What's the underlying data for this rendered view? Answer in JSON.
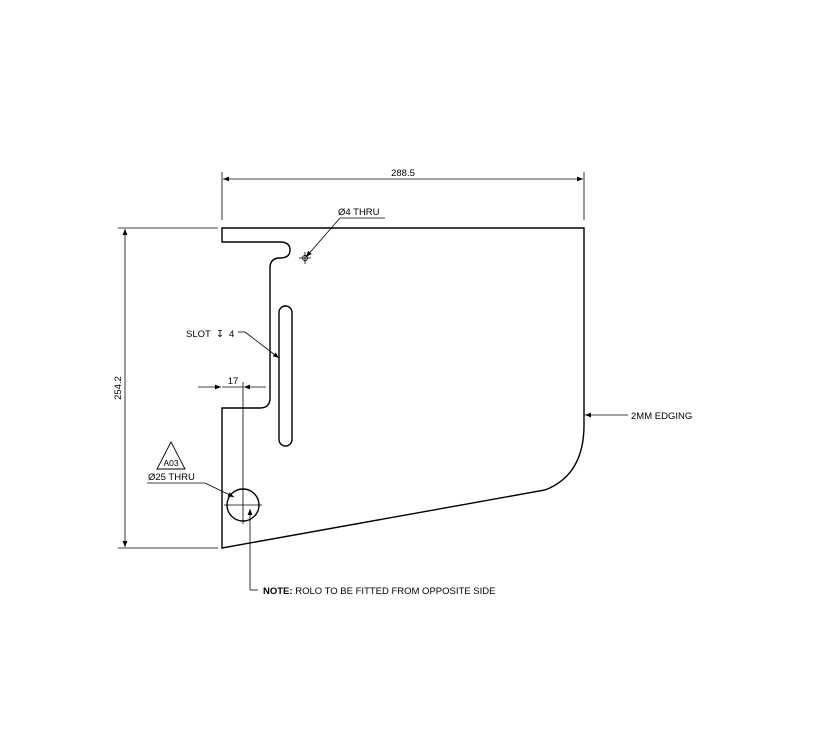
{
  "dimensions": {
    "width": "288.5",
    "height": "254.2",
    "offset": "17"
  },
  "callouts": {
    "small_hole": "Ø4 THRU",
    "slot_label": "SLOT",
    "slot_symbol": "↧",
    "slot_depth": "4",
    "tag": "A03",
    "large_hole": "Ø25 THRU",
    "edging": "2MM EDGING",
    "note_prefix": "NOTE:",
    "note_text": " ROLO TO BE FITTED FROM OPPOSITE SIDE"
  }
}
